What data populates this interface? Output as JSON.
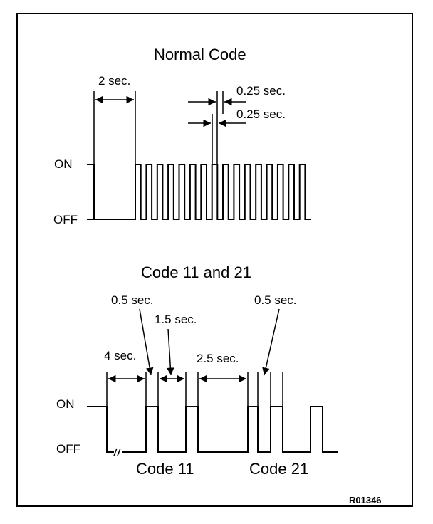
{
  "normal": {
    "title": "Normal Code",
    "on_label": "ON",
    "off_label": "OFF",
    "t_first": "2 sec.",
    "t_on": "0.25 sec.",
    "t_off": "0.25 sec."
  },
  "codes": {
    "title": "Code 11 and 21",
    "on_label": "ON",
    "off_label": "OFF",
    "t_pulse_left": "0.5 sec.",
    "t_gap_pulses": "1.5 sec.",
    "t_lead": "4 sec.",
    "t_between_codes": "2.5 sec.",
    "t_pulse_right": "0.5 sec.",
    "code_a": "Code 11",
    "code_b": "Code 21"
  },
  "figure_id": "R01346"
}
